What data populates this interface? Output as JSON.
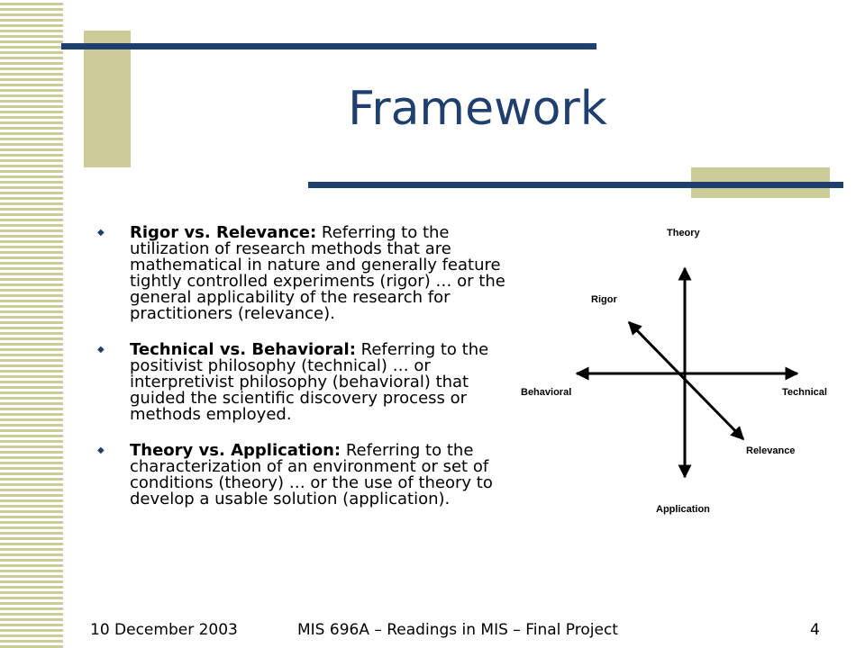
{
  "slide": {
    "title": "Framework",
    "bullets": [
      {
        "heading": "Rigor vs. Relevance:",
        "text": " Referring to the utilization of research methods that are mathematical in nature and generally feature tightly controlled experiments (rigor) … or the general applicability of the research for practitioners (relevance)."
      },
      {
        "heading": "Technical vs. Behavioral:",
        "text": " Referring to the positivist philosophy (technical) … or interpretivist philosophy (behavioral) that guided the scientific discovery process or methods employed."
      },
      {
        "heading": "Theory vs. Application:",
        "text": " Referring to the characterization of an environment or set of conditions (theory) … or the use of theory to develop a usable solution (application)."
      }
    ]
  },
  "diagram": {
    "labels": {
      "top": "Theory",
      "bottom": "Application",
      "left": "Behavioral",
      "right": "Technical",
      "upper_left": "Rigor",
      "lower_right": "Relevance"
    }
  },
  "footer": {
    "date": "10 December 2003",
    "course": "MIS 696A – Readings in MIS – Final Project",
    "page": "4"
  },
  "colors": {
    "accent_blue": "#1f3f6e",
    "tan": "#cccc99"
  }
}
